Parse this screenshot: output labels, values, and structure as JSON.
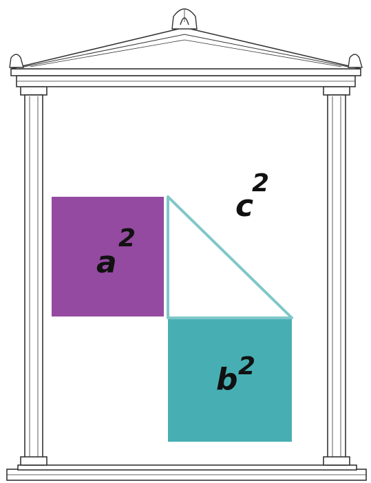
{
  "labels": {
    "a_letter": "a",
    "a_exp": "2",
    "b_letter": "b",
    "b_exp": "2",
    "c_letter": "c",
    "c_exp": "2"
  },
  "colors": {
    "square_a": "#944aa0",
    "square_b": "#47afb3",
    "triangle_edge": "#7fc7c9",
    "line": "#333333",
    "background": "#ffffff"
  }
}
